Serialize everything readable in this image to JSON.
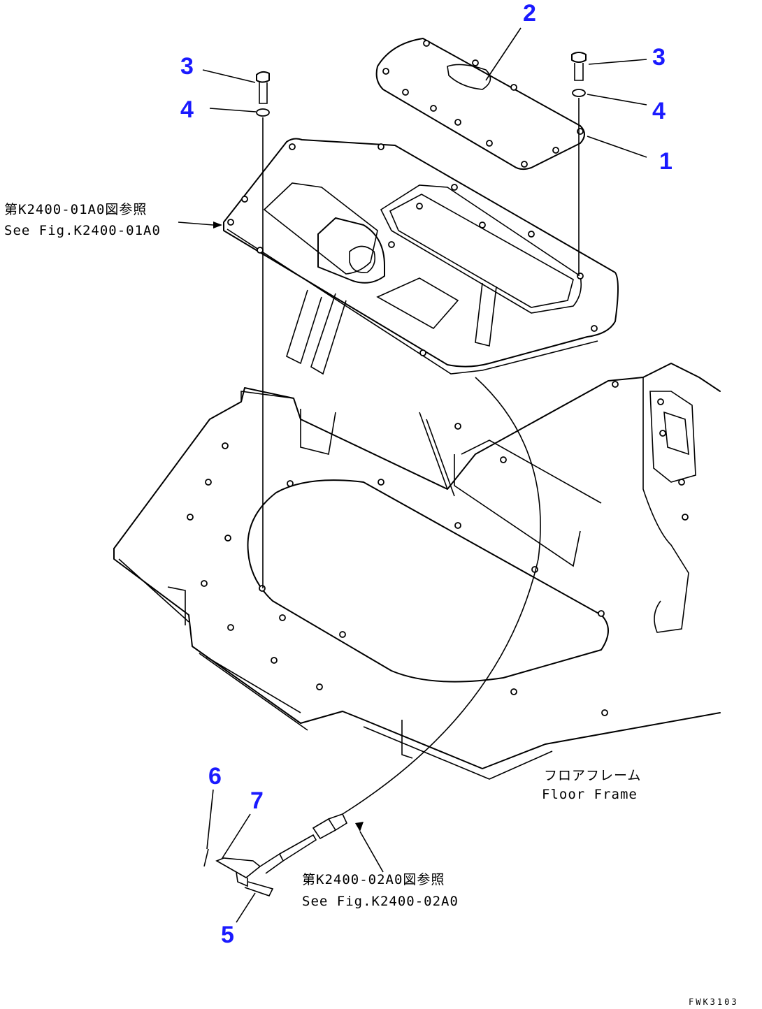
{
  "diagram": {
    "callout_color": "#1a1aff",
    "callouts": {
      "c1": "1",
      "c2": "2",
      "c3_left": "3",
      "c3_right": "3",
      "c4_left": "4",
      "c4_right": "4",
      "c5": "5",
      "c6": "6",
      "c7": "7"
    },
    "references": {
      "fig_upper_jp": "第K2400-01A0図参照",
      "fig_upper_en": "See Fig.K2400-01A0",
      "fig_lower_jp": "第K2400-02A0図参照",
      "fig_lower_en": "See Fig.K2400-02A0",
      "floor_frame_jp": "フロアフレーム",
      "floor_frame_en": "Floor Frame"
    },
    "drawing_code": "FWK3103"
  }
}
